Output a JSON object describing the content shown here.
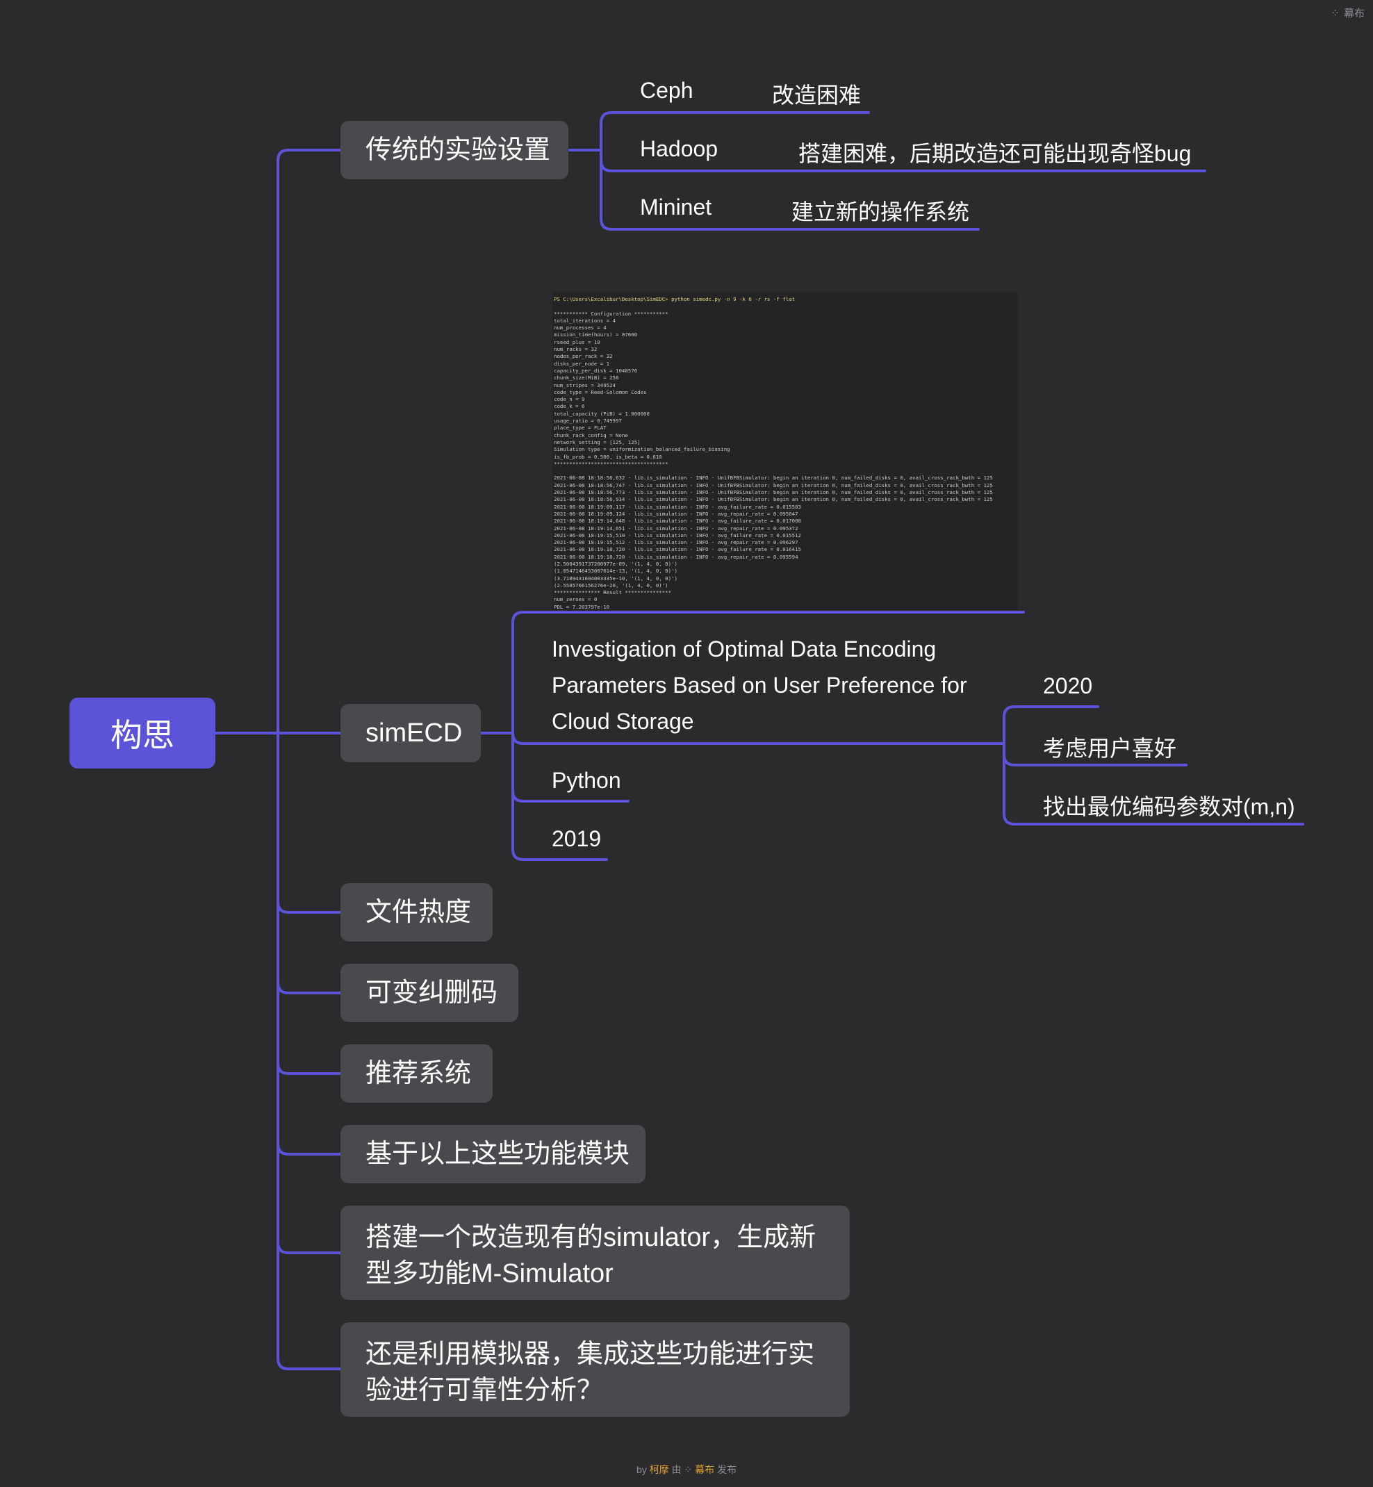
{
  "watermark": {
    "icon": "mubu-logo-icon",
    "text": "幕布"
  },
  "root": {
    "label": "构思"
  },
  "branches": {
    "traditional": {
      "label": "传统的实验设置",
      "items": [
        {
          "name": "Ceph",
          "desc": "改造困难"
        },
        {
          "name": "Hadoop",
          "desc": "搭建困难，后期改造还可能出现奇怪bug"
        },
        {
          "name": "Mininet",
          "desc": "建立新的操作系统"
        }
      ]
    },
    "simecd": {
      "label": "simECD",
      "paper": {
        "title_lines": [
          "Investigation of Optimal Data Encoding",
          "Parameters Based on User Preference for",
          "Cloud Storage"
        ],
        "year": "2020",
        "notes": [
          "考虑用户喜好",
          "找出最优编码参数对(m,n)"
        ]
      },
      "language": "Python",
      "year": "2019",
      "terminal": {
        "command": "PS C:\\Users\\Excalibur\\Desktop\\SimEDC> python simedc.py -n 9 -k 6 -r rs -f flat",
        "lines": [
          "",
          "*********** Configuration ***********",
          "total_iterations = 4",
          "num_processes = 4",
          "mission_time(hours) = 87600",
          "rseed_plus = 10",
          "num_racks = 32",
          "nodes_per_rack = 32",
          "disks_per_node = 1",
          "capacity_per_disk = 1048576",
          "chunk_size(MiB) = 256",
          "num_stripes = 349524",
          "code_type = Reed-Solomon Codes",
          "code_n = 9",
          "code_k = 6",
          "total_capacity (PiB) = 1.000000",
          "usage_ratio = 0.749997",
          "place_type = FLAT",
          "chunk_rack_config = None",
          "network_setting = [125, 125]",
          "Simulation type = uniformization_balanced_failure_biasing",
          "is_fb_prob = 0.500, is_beta = 0.610",
          "*************************************",
          "",
          "2021-06-08 18:18:56,632 - lib.is_simulation - INFO - UnifBFBSimulator: begin an iteration 0, num_failed_disks = 0, avail_cross_rack_bwth = 125",
          "2021-06-08 18:18:56,747 - lib.is_simulation - INFO - UnifBFBSimulator: begin an iteration 0, num_failed_disks = 0, avail_cross_rack_bwth = 125",
          "2021-06-08 18:18:56,773 - lib.is_simulation - INFO - UnifBFBSimulator: begin an iteration 0, num_failed_disks = 0, avail_cross_rack_bwth = 125",
          "2021-06-08 18:18:56,934 - lib.is_simulation - INFO - UnifBFBSimulator: begin an iteration 0, num_failed_disks = 0, avail_cross_rack_bwth = 125",
          "2021-06-08 18:19:09,117 - lib.is_simulation - INFO - avg_failure_rate = 0.015583",
          "2021-06-08 18:19:09,124 - lib.is_simulation - INFO - avg_repair_rate = 0.095047",
          "2021-06-08 18:19:14,648 - lib.is_simulation - INFO - avg_failure_rate = 0.017008",
          "2021-06-08 18:19:14,651 - lib.is_simulation - INFO - avg_repair_rate = 0.095372",
          "2021-06-08 18:19:15,510 - lib.is_simulation - INFO - avg_failure_rate = 0.015512",
          "2021-06-08 18:19:15,512 - lib.is_simulation - INFO - avg_repair_rate = 0.096297",
          "2021-06-08 18:19:18,720 - lib.is_simulation - INFO - avg_failure_rate = 0.016415",
          "2021-06-08 18:19:18,720 - lib.is_simulation - INFO - avg_repair_rate = 0.095594",
          "(2.5004391737200977e-09, '(1, 4, 0, 0)')",
          "(1.0547146453007614e-13, '(1, 4, 0, 0)')",
          "(3.7189431604003335e-10, '(1, 4, 0, 0)')",
          "(2.5505766156276e-20, '(1, 4, 0, 0)')",
          "*************** Result ***************",
          "num_zeroes = 0",
          "PDL = 7.203797e-10"
        ]
      }
    },
    "others": [
      {
        "label": "文件热度"
      },
      {
        "label": "可变纠删码"
      },
      {
        "label": "推荐系统"
      },
      {
        "label": "基于以上这些功能模块"
      },
      {
        "label": "搭建一个改造现有的simulator，生成新型多功能M-Simulator"
      },
      {
        "label": "还是利用模拟器，集成这些功能进行实验进行可靠性分析？"
      }
    ]
  },
  "footer": {
    "by": "by",
    "author": "柯摩",
    "mid": "由",
    "brand": "幕布",
    "suffix": "发布"
  },
  "colors": {
    "connector": "#5b54d9",
    "root": "#5b54d9",
    "node": "#4a4a4e",
    "background": "#2b2b2e"
  }
}
